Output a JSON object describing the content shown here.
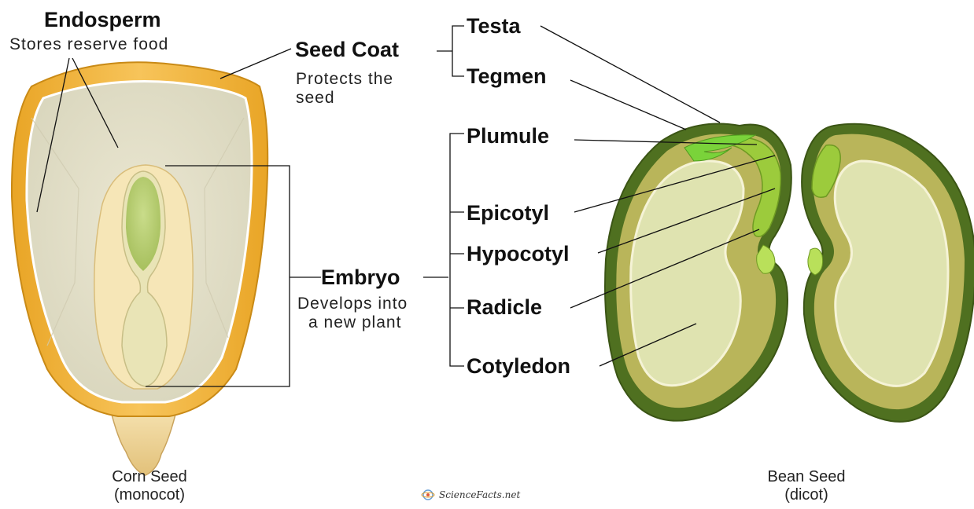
{
  "labels": {
    "endosperm": "Endosperm",
    "endosperm_desc": "Stores reserve food",
    "seed_coat": "Seed Coat",
    "seed_coat_desc_1": "Protects the",
    "seed_coat_desc_2": "seed",
    "testa": "Testa",
    "tegmen": "Tegmen",
    "plumule": "Plumule",
    "epicotyl": "Epicotyl",
    "hypocotyl": "Hypocotyl",
    "embryo": "Embryo",
    "embryo_desc_1": "Develops into",
    "embryo_desc_2": "a new plant",
    "radicle": "Radicle",
    "cotyledon": "Cotyledon"
  },
  "captions": {
    "corn_1": "Corn Seed",
    "corn_2": "(monocot)",
    "bean_1": "Bean Seed",
    "bean_2": "(dicot)"
  },
  "logo_text": "ScienceFacts.net",
  "colors": {
    "corn_coat": "#f0b53a",
    "endosperm": "#e6e2c8",
    "embryo": "#f6e6b0",
    "bean_coat": "#4d6e1a",
    "cotyledon": "#dfe4b0",
    "plumule": "#7ad33a"
  }
}
